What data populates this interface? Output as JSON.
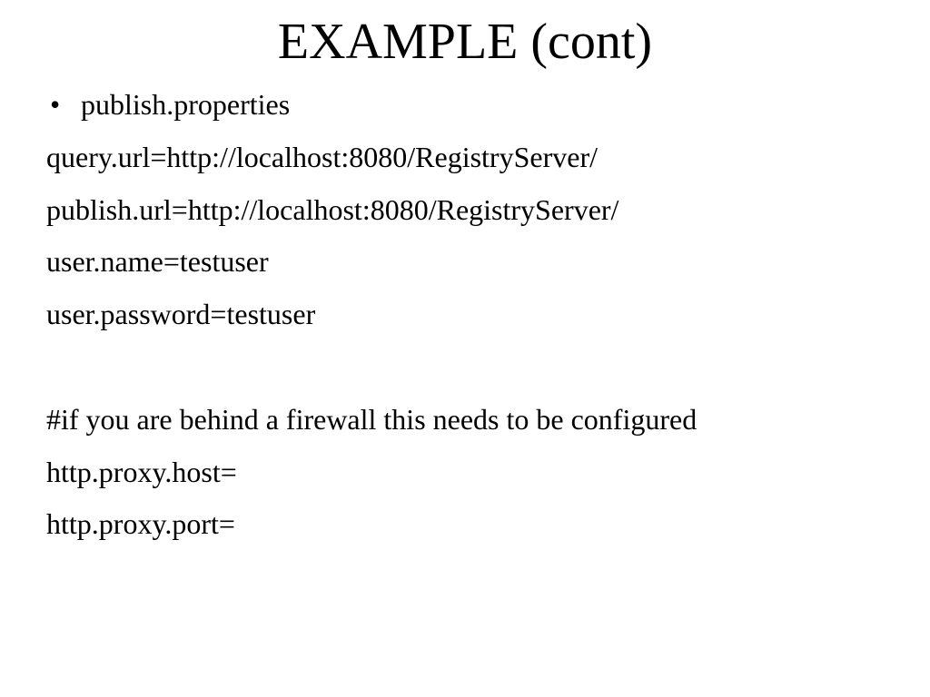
{
  "slide": {
    "title": "EXAMPLE (cont)",
    "bullet": {
      "marker": "•",
      "text": "publish.properties"
    },
    "lines": [
      "query.url=http://localhost:8080/RegistryServer/",
      "publish.url=http://localhost:8080/RegistryServer/",
      "user.name=testuser",
      "user.password=testuser",
      "",
      "#if you are behind a firewall this needs to be configured",
      "http.proxy.host=",
      "http.proxy.port="
    ]
  }
}
